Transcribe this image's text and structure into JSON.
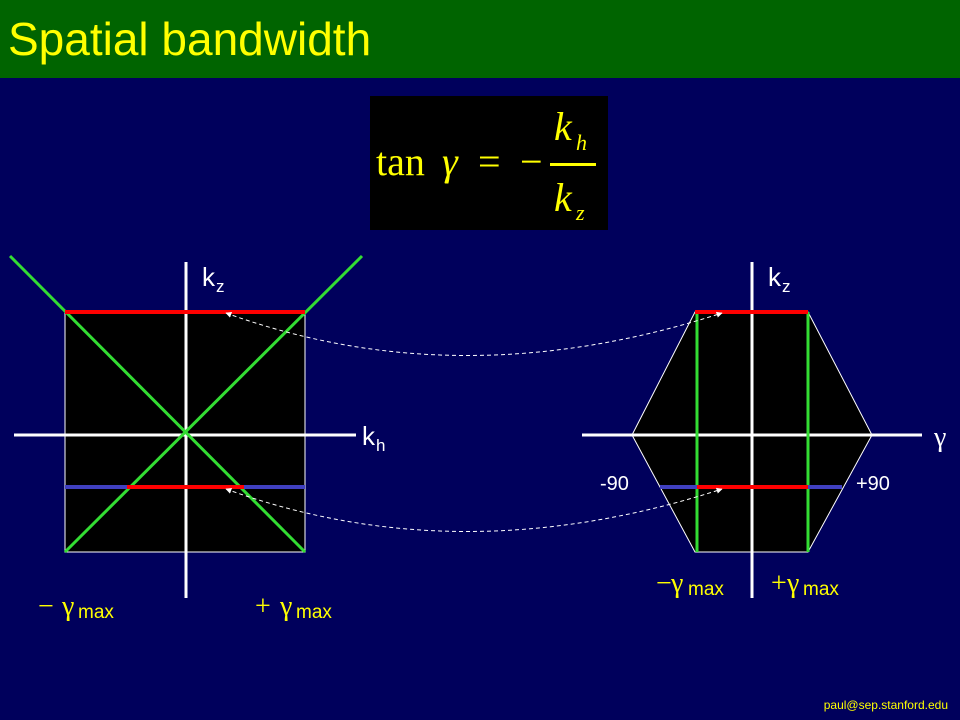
{
  "slide": {
    "title": "Spatial bandwidth",
    "footer": "paul@sep.stanford.edu"
  },
  "formula": {
    "lhs_func": "tan",
    "lhs_var": "γ",
    "equals": "=",
    "minus": "−",
    "numerator_var": "k",
    "numerator_sub": "h",
    "denominator_var": "k",
    "denominator_sub": "z"
  },
  "left_plot": {
    "vertical_axis_label": "k",
    "vertical_axis_sub": "z",
    "horizontal_axis_label": "k",
    "horizontal_axis_sub": "h",
    "neg_angle_sign": "−",
    "neg_angle_symbol": "γ",
    "neg_angle_sub": "max",
    "pos_angle_sign": "+",
    "pos_angle_symbol": "γ",
    "pos_angle_sub": "max"
  },
  "right_plot": {
    "vertical_axis_label": "k",
    "vertical_axis_sub": "z",
    "horizontal_axis_symbol": "γ",
    "left_tick": "-90",
    "right_tick": "+90",
    "neg_angle_sign": "−",
    "neg_angle_symbol": "γ",
    "neg_angle_sub": "max",
    "pos_angle_sign": "+",
    "pos_angle_symbol": "γ",
    "pos_angle_sub": "max"
  },
  "colors": {
    "background": "#00005c",
    "title_bar": "#006400",
    "title_text": "#ffff00",
    "axis": "#ffffff",
    "fill": "#000000",
    "red_line": "#ff0000",
    "blue_line": "#4040c0",
    "green_line": "#33dd33"
  }
}
